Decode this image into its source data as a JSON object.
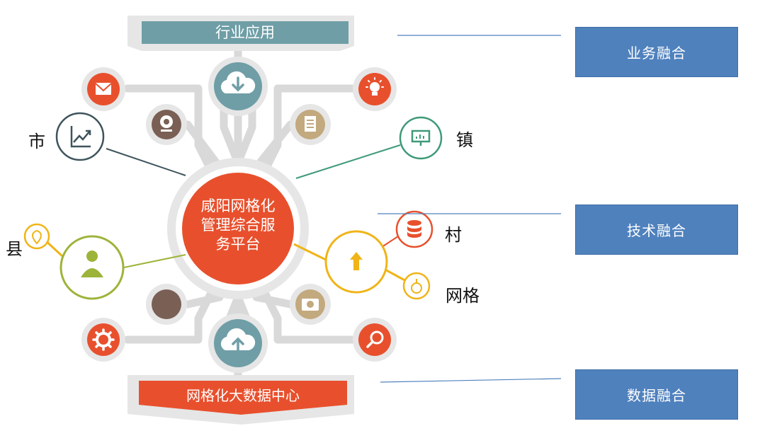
{
  "banners": {
    "top": "行业应用",
    "bottom": "网格化大数据中心"
  },
  "center": {
    "lines": [
      "咸阳网格化",
      "管理综合服",
      "务平台"
    ]
  },
  "levels": {
    "city": "市",
    "town": "镇",
    "county": "县",
    "village": "村",
    "grid": "网格"
  },
  "fusion": {
    "business": "业务融合",
    "technology": "技术融合",
    "data": "数据融合"
  },
  "colors": {
    "teal": "#6f9ea6",
    "orange": "#e8502d",
    "brown": "#7a5f55",
    "tan": "#c2a97e",
    "green": "#3f9a78",
    "olive": "#9db43a",
    "yellow": "#f0b418",
    "slate": "#3e545c",
    "box_blue": "#4f81bd"
  },
  "icons": {
    "envelope": "envelope-icon",
    "download": "cloud-download-icon",
    "bulb": "lightbulb-icon",
    "webcam": "webcam-icon",
    "document": "document-icon",
    "chart": "line-chart-icon",
    "presentation": "presentation-icon",
    "person": "person-icon",
    "upload": "cloud-upload-icon",
    "gear": "gear-icon",
    "search": "search-icon",
    "camera": "camera-icon",
    "database": "database-icon",
    "arrow": "arrow-up-icon"
  }
}
